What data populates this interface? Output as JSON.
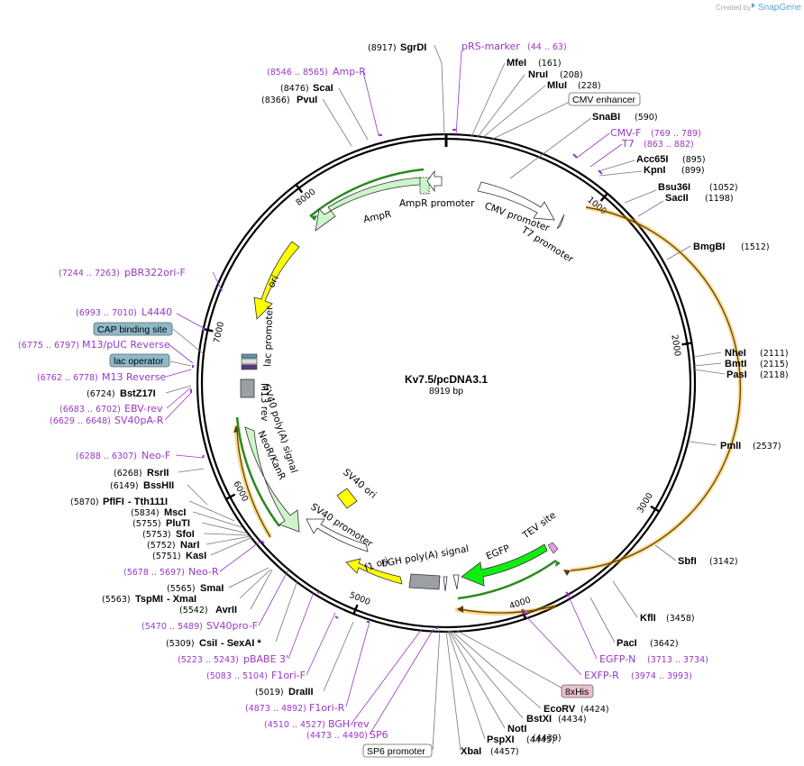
{
  "header": {
    "credit": "Created by",
    "brand": "SnapGene"
  },
  "plasmid": {
    "name": "Kv7.5/pcDNA3.1",
    "length": 8919,
    "length_label": "8919 bp"
  },
  "ticks": [
    {
      "pos": 1000,
      "label": "1000"
    },
    {
      "pos": 2000,
      "label": "2000"
    },
    {
      "pos": 3000,
      "label": "3000"
    },
    {
      "pos": 4000,
      "label": "4000"
    },
    {
      "pos": 5000,
      "label": "5000"
    },
    {
      "pos": 6000,
      "label": "6000"
    },
    {
      "pos": 7000,
      "label": "7000"
    },
    {
      "pos": 8000,
      "label": "8000"
    }
  ],
  "labels": {
    "SgrDI": {
      "name": "SgrDI",
      "pos": "(8917)"
    },
    "pRS": {
      "name": "pRS-marker",
      "range": "(44 .. 63)"
    },
    "MfeI": {
      "name": "MfeI",
      "pos": "(161)"
    },
    "NruI": {
      "name": "NruI",
      "pos": "(208)"
    },
    "MluI": {
      "name": "MluI",
      "pos": "(228)"
    },
    "CMVenh": {
      "name": "CMV enhancer"
    },
    "SnaBI": {
      "name": "SnaBI",
      "pos": "(590)"
    },
    "CMVF": {
      "name": "CMV-F",
      "range": "(769 .. 789)"
    },
    "T7": {
      "name": "T7",
      "range": "(863 .. 882)"
    },
    "Acc65I": {
      "name": "Acc65I",
      "pos": "(895)"
    },
    "KpnI": {
      "name": "KpnI",
      "pos": "(899)"
    },
    "Bsu36I": {
      "name": "Bsu36I",
      "pos": "(1052)"
    },
    "SacII": {
      "name": "SacII",
      "pos": "(1198)"
    },
    "BmgBI": {
      "name": "BmgBI",
      "pos": "(1512)"
    },
    "NheI": {
      "name": "NheI",
      "pos": "(2111)"
    },
    "BmtI": {
      "name": "BmtI",
      "pos": "(2115)"
    },
    "PasI": {
      "name": "PasI",
      "pos": "(2118)"
    },
    "PmlI": {
      "name": "PmlI",
      "pos": "(2537)"
    },
    "SbfI": {
      "name": "SbfI",
      "pos": "(3142)"
    },
    "KflI": {
      "name": "KflI",
      "pos": "(3458)"
    },
    "PacI": {
      "name": "PacI",
      "pos": "(3642)"
    },
    "EGFPN": {
      "name": "EGFP-N",
      "range": "(3713 .. 3734)"
    },
    "EXFPR": {
      "name": "EXFP-R",
      "range": "(3974 .. 3993)"
    },
    "His": {
      "name": "8xHis"
    },
    "EcoRV": {
      "name": "EcoRV",
      "pos": "(4424)"
    },
    "BstXI": {
      "name": "BstXI",
      "pos": "(4434)"
    },
    "NotI": {
      "name": "NotI",
      "pos": "(4439)"
    },
    "PspXI": {
      "name": "PspXI",
      "pos": "(4445)"
    },
    "XbaI": {
      "name": "XbaI",
      "pos": "(4457)"
    },
    "SP6prom": {
      "name": "SP6 promoter"
    },
    "SP6": {
      "name": "SP6",
      "range": "(4473 .. 4490)"
    },
    "BGHrev": {
      "name": "BGH-rev",
      "range": "(4510 .. 4527)"
    },
    "F1oriR": {
      "name": "F1ori-R",
      "range": "(4873 .. 4892)"
    },
    "DraIII": {
      "name": "DraIII",
      "pos": "(5019)"
    },
    "F1oriF": {
      "name": "F1ori-F",
      "range": "(5083 .. 5104)"
    },
    "pBABE3": {
      "name": "pBABE 3'",
      "range": "(5223 .. 5243)"
    },
    "CsiI": {
      "name": "CsiI",
      "extra": " - SexAI *",
      "pos": "(5309)"
    },
    "SV40pro": {
      "name": "SV40pro-F",
      "range": "(5470 .. 5489)"
    },
    "AvrII": {
      "name": "AvrII",
      "pos": "(5542)"
    },
    "TspMI": {
      "name": "TspMI",
      "extra": " - XmaI",
      "pos": "(5563)"
    },
    "SmaI": {
      "name": "SmaI",
      "pos": "(5565)"
    },
    "NeoR": {
      "name": "Neo-R",
      "range": "(5678 .. 5697)"
    },
    "KasI": {
      "name": "KasI",
      "pos": "(5751)"
    },
    "NarI": {
      "name": "NarI",
      "pos": "(5752)"
    },
    "SfoI": {
      "name": "SfoI",
      "pos": "(5753)"
    },
    "PluTI": {
      "name": "PluTI",
      "pos": "(5755)"
    },
    "MscI": {
      "name": "MscI",
      "pos": "(5834)"
    },
    "PflFI": {
      "name": "PflFI",
      "extra": " - Tth111I",
      "pos": "(5870)"
    },
    "BssHII": {
      "name": "BssHII",
      "pos": "(6149)"
    },
    "RsrII": {
      "name": "RsrII",
      "pos": "(6268)"
    },
    "NeoF": {
      "name": "Neo-F",
      "range": "(6288 .. 6307)"
    },
    "SV40pA": {
      "name": "SV40pA-R",
      "range": "(6629 .. 6648)"
    },
    "EBVrev": {
      "name": "EBV-rev",
      "range": "(6683 .. 6702)"
    },
    "BstZ17I": {
      "name": "BstZ17I",
      "pos": "(6724)"
    },
    "M13R": {
      "name": "M13 Reverse",
      "range": "(6762 .. 6778)"
    },
    "lacop": {
      "name": "lac operator"
    },
    "M13pUC": {
      "name": "M13/pUC Reverse",
      "range": "(6775 .. 6797)"
    },
    "CAP": {
      "name": "CAP binding site"
    },
    "L4440": {
      "name": "L4440",
      "range": "(6993 .. 7010)"
    },
    "pBR322": {
      "name": "pBR322ori-F",
      "range": "(7244 .. 7263)"
    },
    "PvuI": {
      "name": "PvuI",
      "pos": "(8366)"
    },
    "ScaI": {
      "name": "ScaI",
      "pos": "(8476)"
    },
    "AmpR": {
      "name": "Amp-R",
      "range": "(8546 .. 8565)"
    }
  },
  "features": {
    "AmpR_prom": "AmpR promoter",
    "AmpR": "AmpR",
    "ori": "ori",
    "CMV_prom": "CMV promoter",
    "T7_prom": "T7 promoter",
    "lac_prom": "lac promoter",
    "M13rev": "M13 rev",
    "SV40pA": "SV40 poly(A) signal",
    "NeoR": "NeoR/KanR",
    "SV40ori": "SV40 ori",
    "SV40prom": "SV40 promoter",
    "f1ori": "f1 ori",
    "bGH": "bGH poly(A) signal",
    "EGFP": "EGFP",
    "TEV": "TEV site"
  },
  "colors": {
    "primer": "#9a37c8",
    "ampr": "#cdf5cc",
    "ori": "#ffff00",
    "egfp": "#10ee10",
    "orf_outline": "#f0a800",
    "lacop_box": "#8cbacb",
    "his_box": "#e8bfce",
    "feature_gray": "#9c9fa4",
    "cap": "#7fb0c0"
  }
}
